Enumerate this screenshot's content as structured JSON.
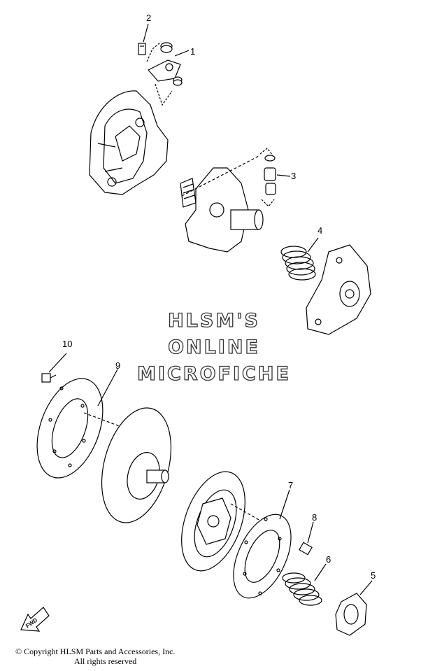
{
  "watermark": {
    "line1": "HLSM'S",
    "line2": "ONLINE",
    "line3": "MICROFICHE"
  },
  "callouts": [
    "1",
    "2",
    "3",
    "4",
    "5",
    "6",
    "7",
    "8",
    "9",
    "10"
  ],
  "fwd_label": "FWD",
  "copyright": {
    "line1": "© Copyright HLSM Parts and Accessories, Inc.",
    "line2": "All rights reserved"
  }
}
